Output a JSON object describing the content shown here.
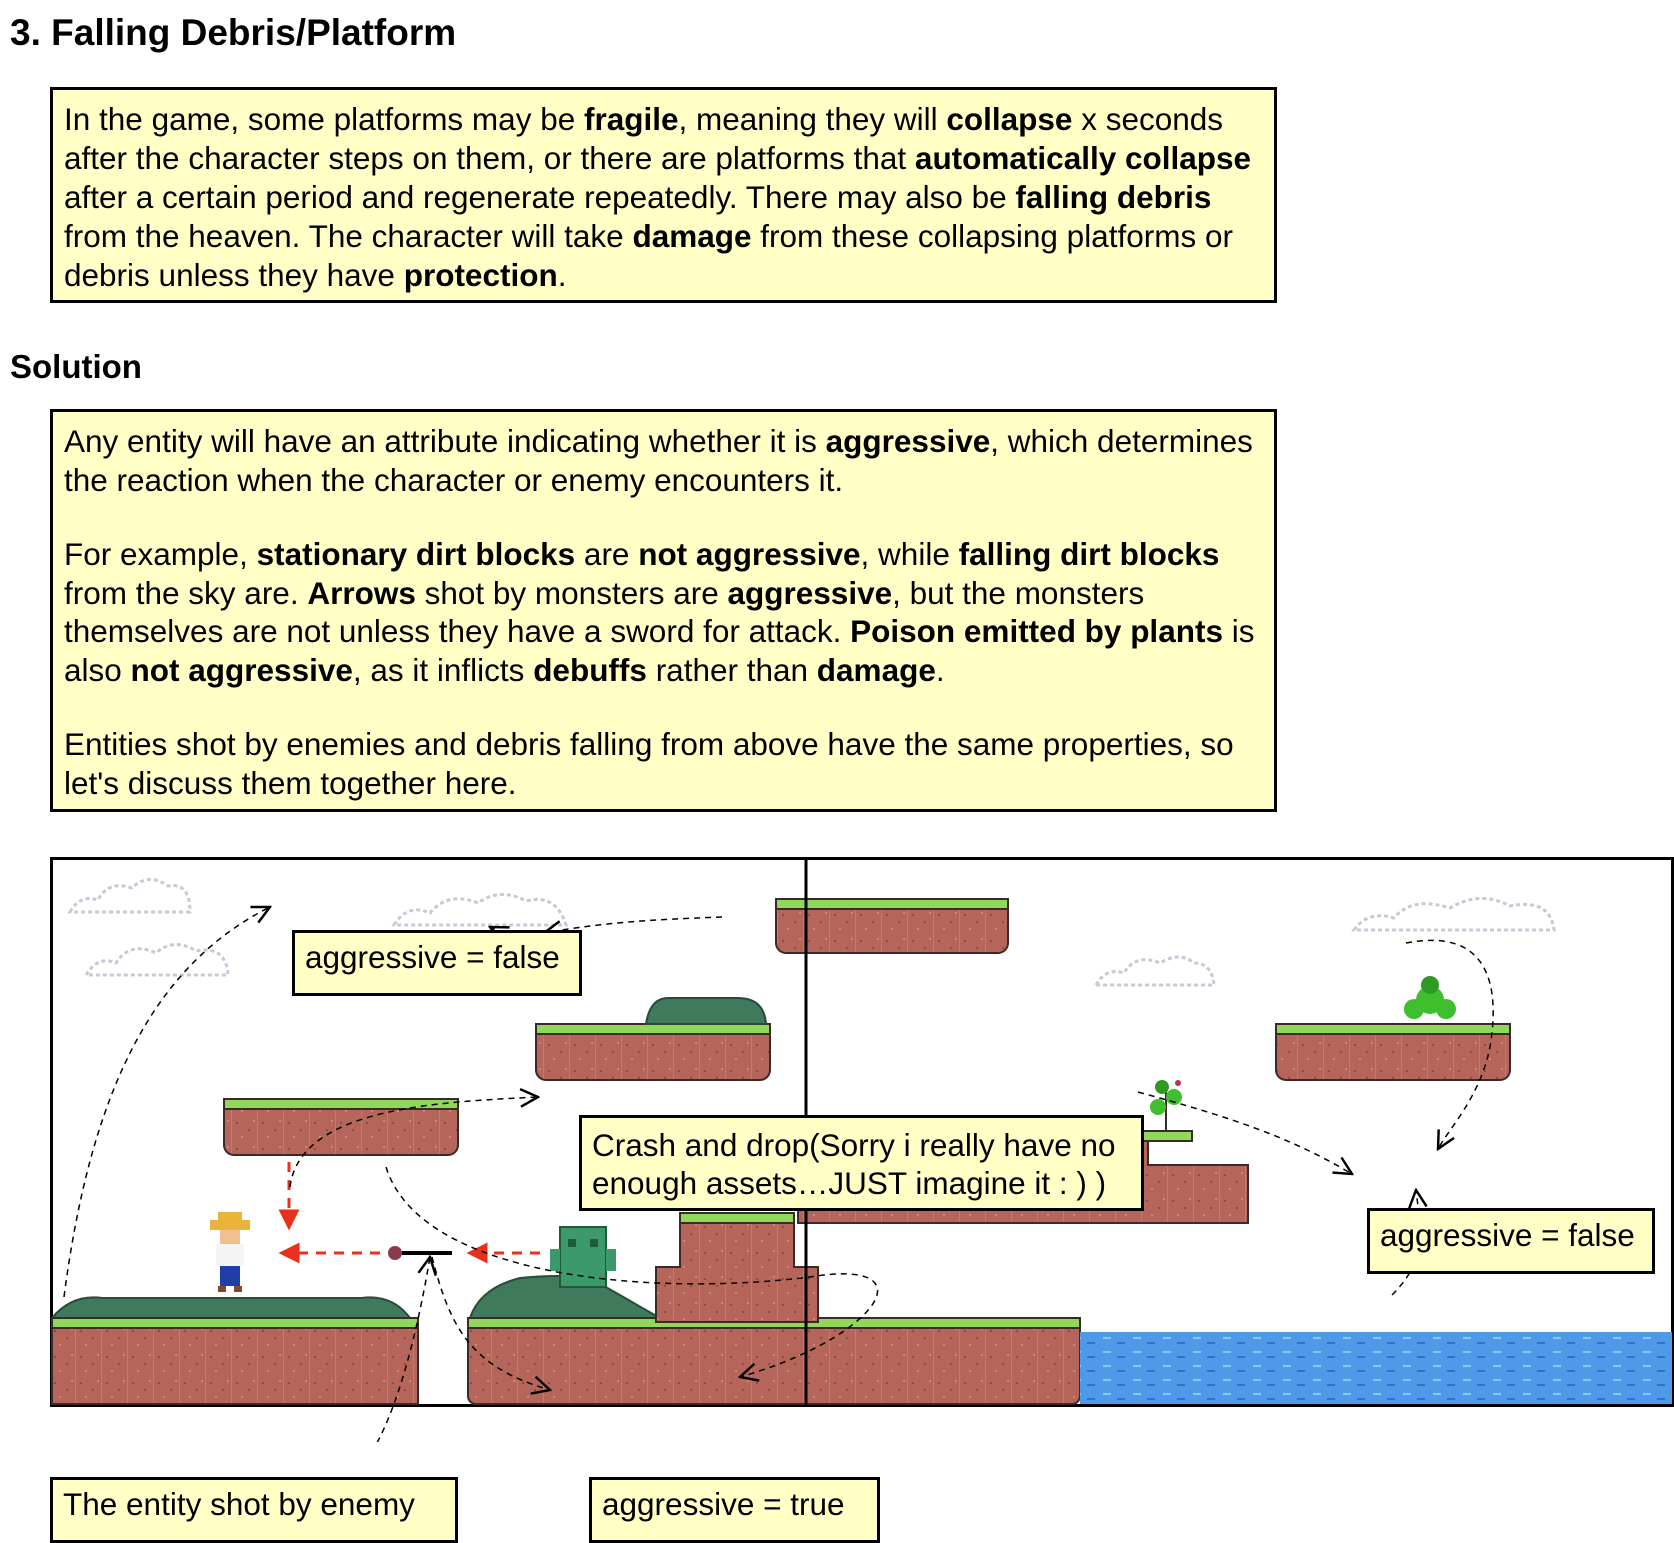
{
  "title": "3. Falling Debris/Platform",
  "problem": {
    "segments": [
      {
        "t": "In the game, some platforms may be ",
        "b": false
      },
      {
        "t": "fragile",
        "b": true
      },
      {
        "t": ", meaning they will ",
        "b": false
      },
      {
        "t": "collapse",
        "b": true
      },
      {
        "t": " x seconds after the character steps on them, or there are platforms that ",
        "b": false
      },
      {
        "t": "automatically collapse",
        "b": true
      },
      {
        "t": " after a certain period and regenerate repeatedly. There may also be ",
        "b": false
      },
      {
        "t": "falling debris",
        "b": true
      },
      {
        "t": " from the heaven. The character will take ",
        "b": false
      },
      {
        "t": "damage",
        "b": true
      },
      {
        "t": " from these collapsing platforms or debris unless they have ",
        "b": false
      },
      {
        "t": "protection",
        "b": true
      },
      {
        "t": ".",
        "b": false
      }
    ]
  },
  "solution_heading": "Solution",
  "solution": {
    "paragraphs": [
      [
        {
          "t": "Any entity will have an attribute indicating whether it is ",
          "b": false
        },
        {
          "t": "aggressive",
          "b": true
        },
        {
          "t": ", which determines the reaction when the character or enemy encounters it.",
          "b": false
        }
      ],
      [
        {
          "t": "For example, ",
          "b": false
        },
        {
          "t": "stationary dirt blocks",
          "b": true
        },
        {
          "t": " are ",
          "b": false
        },
        {
          "t": "not aggressive",
          "b": true
        },
        {
          "t": ", while ",
          "b": false
        },
        {
          "t": "falling dirt blocks",
          "b": true
        },
        {
          "t": " from the sky are. ",
          "b": false
        },
        {
          "t": "Arrows",
          "b": true
        },
        {
          "t": " shot by monsters are ",
          "b": false
        },
        {
          "t": "aggressive",
          "b": true
        },
        {
          "t": ", but the monsters themselves are not unless they have a sword for attack. ",
          "b": false
        },
        {
          "t": "Poison emitted by plants",
          "b": true
        },
        {
          "t": " is also ",
          "b": false
        },
        {
          "t": "not aggressive",
          "b": true
        },
        {
          "t": ", as it inflicts ",
          "b": false
        },
        {
          "t": "debuffs",
          "b": true
        },
        {
          "t": " rather than ",
          "b": false
        },
        {
          "t": "damage",
          "b": true
        },
        {
          "t": ".",
          "b": false
        }
      ],
      [
        {
          "t": "Entities shot by enemies and debris falling from above have the same properties, so let's discuss them together here.",
          "b": false
        }
      ]
    ]
  },
  "diagram": {
    "label_platforms": "aggressive = false",
    "label_crash_1": "Crash and drop(Sorry i really have no",
    "label_crash_2": "enough assets…JUST imagine it : ) )",
    "label_plants": "aggressive = false",
    "label_shot": "The entity shot by enemy",
    "label_true": "aggressive = true",
    "colors": {
      "note_bg": "#ffffc6",
      "dirt": "#b5655a",
      "grass": "#8fd85a",
      "bush": "#3f7a5c",
      "water": "#4f9ae8",
      "arrow_red": "#e8301c"
    }
  }
}
